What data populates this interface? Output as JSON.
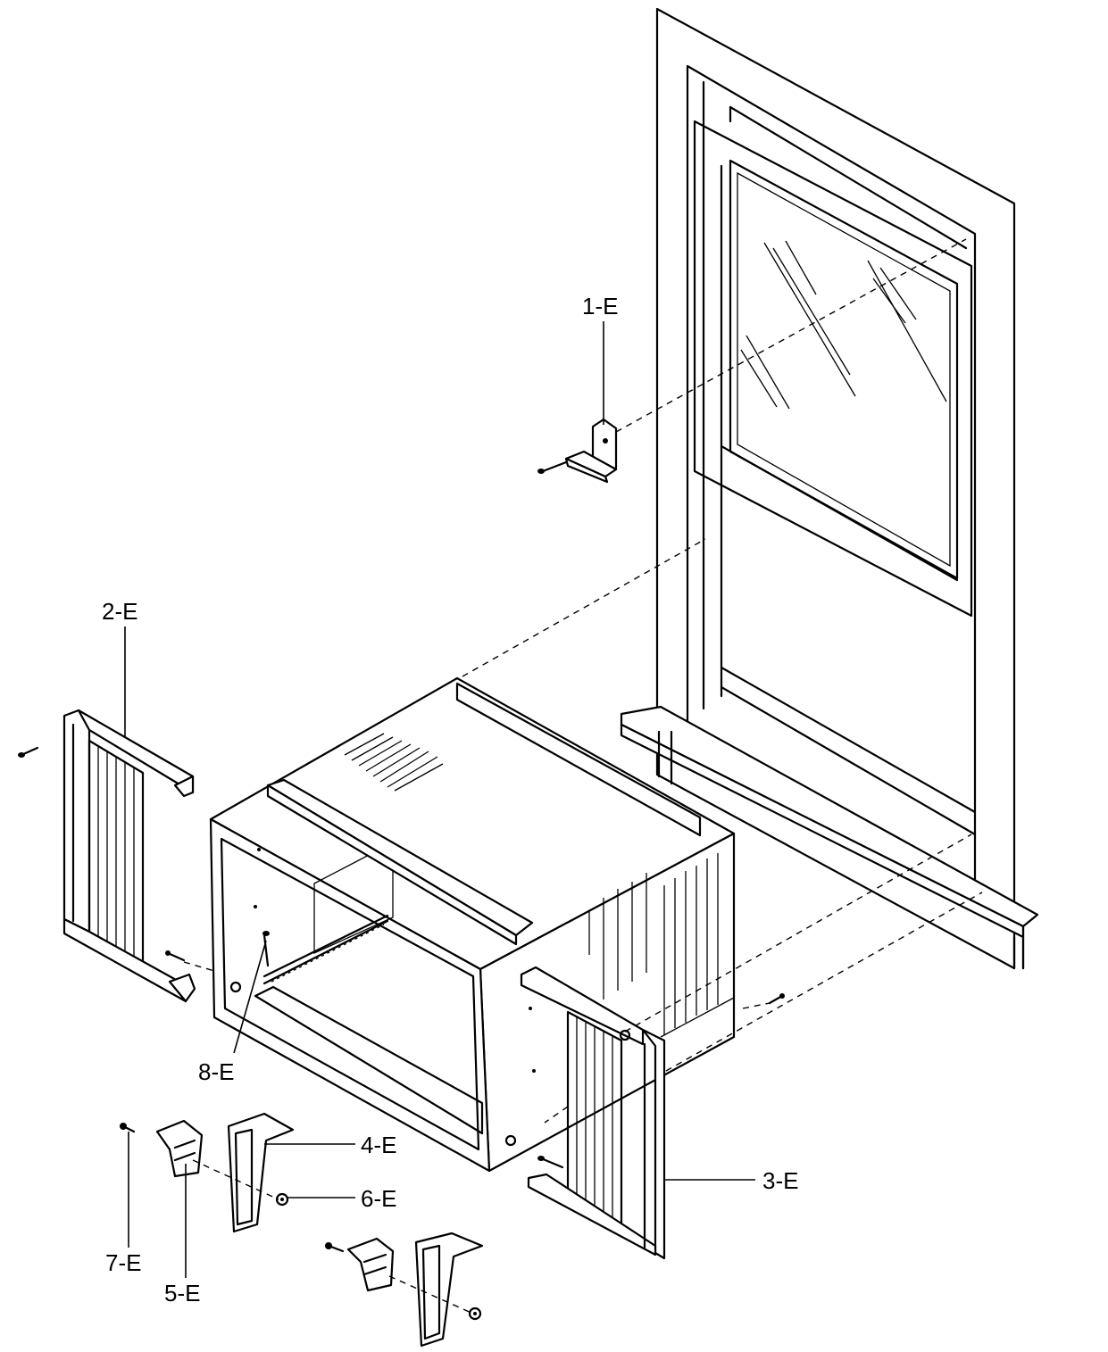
{
  "parts": [
    {
      "id": "1-E"
    },
    {
      "id": "2-E"
    },
    {
      "id": "3-E"
    },
    {
      "id": "4-E"
    },
    {
      "id": "5-E"
    },
    {
      "id": "6-E"
    },
    {
      "id": "7-E"
    },
    {
      "id": "8-E"
    }
  ]
}
